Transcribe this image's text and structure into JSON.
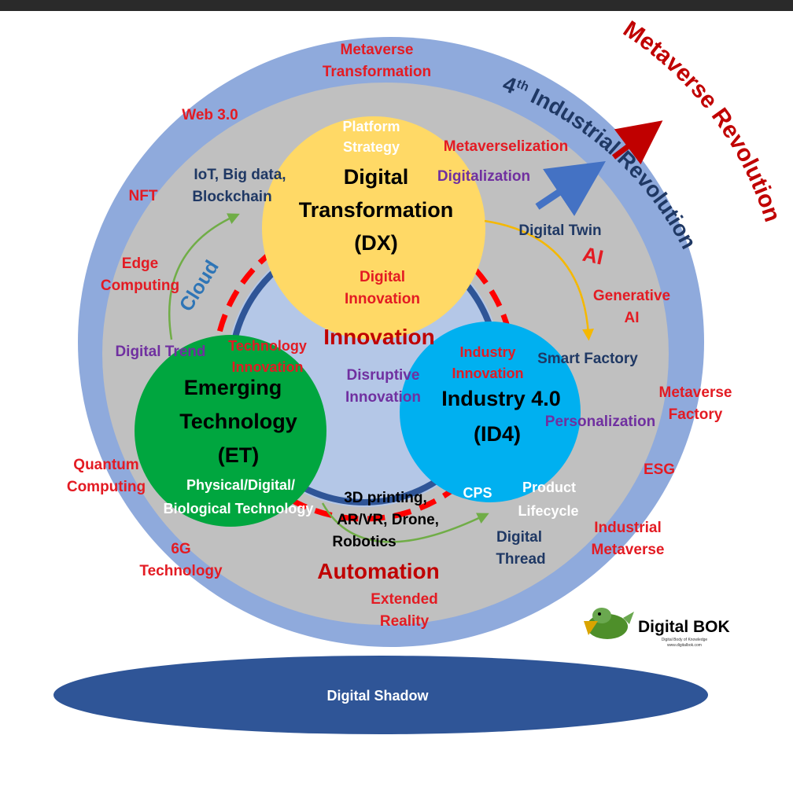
{
  "labels": {
    "metaverse_transformation_1": "Metaverse",
    "metaverse_transformation_2": "Transformation",
    "web3": "Web 3.0",
    "nft": "NFT",
    "iot_1": "IoT, Big data,",
    "iot_2": "Blockchain",
    "platform_1": "Platform",
    "platform_2": "Strategy",
    "dx_1": "Digital",
    "dx_2": "Transformation",
    "dx_3": "(DX)",
    "digital_innovation_1": "Digital",
    "digital_innovation_2": "Innovation",
    "metaverselization": "Metaverselization",
    "digitalization": "Digitalization",
    "digital_twin": "Digital Twin",
    "ai": "AI",
    "generative_ai_1": "Generative",
    "generative_ai_2": "AI",
    "edge_1": "Edge",
    "edge_2": "Computing",
    "cloud": "Cloud",
    "digital_trend": "Digital Trend",
    "tech_innovation_1": "Technology",
    "tech_innovation_2": "Innovation",
    "innovation": "Innovation",
    "disruptive_1": "Disruptive",
    "disruptive_2": "Innovation",
    "industry_innovation_1": "Industry",
    "industry_innovation_2": "Innovation",
    "smart_factory": "Smart Factory",
    "et_1": "Emerging",
    "et_2": "Technology",
    "et_3": "(ET)",
    "id4_1": "Industry 4.0",
    "id4_2": "(ID4)",
    "personalization": "Personalization",
    "metaverse_factory_1": "Metaverse",
    "metaverse_factory_2": "Factory",
    "esg": "ESG",
    "quantum_1": "Quantum",
    "quantum_2": "Computing",
    "pdb_1": "Physical/Digital/",
    "pdb_2": "Biological Technology",
    "printing_1": "3D printing,",
    "printing_2": "AR/VR, Drone,",
    "printing_3": "Robotics",
    "cps": "CPS",
    "product_lifecycle_1": "Product",
    "product_lifecycle_2": "Lifecycle",
    "industrial_metaverse_1": "Industrial",
    "industrial_metaverse_2": "Metaverse",
    "digital_thread_1": "Digital",
    "digital_thread_2": "Thread",
    "six_g_1": "6G",
    "six_g_2": "Technology",
    "automation": "Automation",
    "extended_reality_1": "Extended",
    "extended_reality_2": "Reality",
    "fourth": "4",
    "fourth_sup": "th",
    "industrial_revolution": "Industrial Revolution",
    "metaverse_revolution": "Metaverse Revolution",
    "digital_shadow": "Digital Shadow"
  },
  "logo": {
    "name": "Digital BOK",
    "tagline": "Digital Body of Knowledge",
    "url": "www.digitalbok.com"
  },
  "colors": {
    "outer_ring": "#8faadc",
    "gray_ring": "#c0c0c0",
    "inner_fill": "#b4c7e7",
    "dx_circle": "#ffd966",
    "et_circle": "#00a63f",
    "id4_circle": "#00b0f0",
    "shadow": "#2f5597",
    "red_text": "#e31b23",
    "navy_text": "#1f3864",
    "purple_text": "#7030a0",
    "dark_red": "#c00000"
  }
}
